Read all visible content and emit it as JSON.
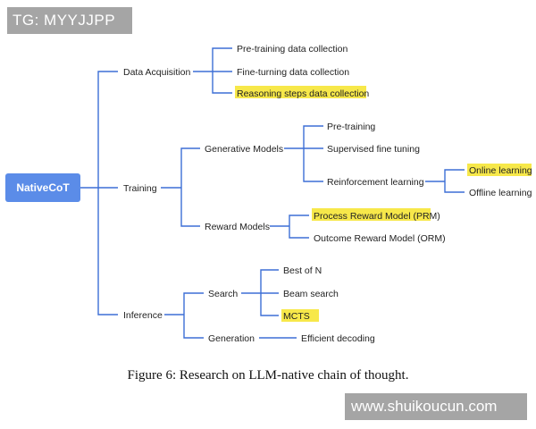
{
  "watermarks": {
    "top": "TG: MYYJJPP",
    "bottom": "www.shuikoucun.com"
  },
  "caption": "Figure 6: Research on LLM-native chain of thought.",
  "colors": {
    "root": "#5b8ce8",
    "edge": "#3d6fd6",
    "highlight": "#f7e84a"
  },
  "tree": {
    "root": "NativeCoT",
    "data_acquisition": {
      "label": "Data Acquisition",
      "children": [
        "Pre-training data collection",
        "Fine-turning data collection",
        "Reasoning steps data collection"
      ],
      "highlighted": [
        false,
        false,
        true
      ]
    },
    "training": {
      "label": "Training",
      "generative_models": {
        "label": "Generative Models",
        "children": [
          "Pre-training",
          "Supervised fine tuning",
          "Reinforcement learning"
        ],
        "reinforcement_children": [
          "Online learning",
          "Offline learning"
        ],
        "reinforcement_highlighted": [
          true,
          false
        ]
      },
      "reward_models": {
        "label": "Reward Models",
        "children": [
          "Process Reward Model (PRM)",
          "Outcome Reward Model (ORM)"
        ],
        "highlighted": [
          true,
          false
        ]
      }
    },
    "inference": {
      "label": "Inference",
      "search": {
        "label": "Search",
        "children": [
          "Best of N",
          "Beam search",
          "MCTS"
        ],
        "highlighted": [
          false,
          false,
          true
        ]
      },
      "generation": {
        "label": "Generation",
        "children": [
          "Efficient decoding"
        ]
      }
    }
  }
}
